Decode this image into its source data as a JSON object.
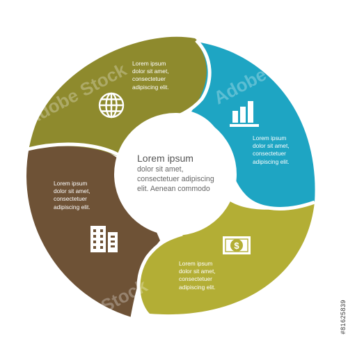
{
  "colors": {
    "olive_top": "#8e8a2d",
    "blue": "#1ea5c3",
    "olive_bottom": "#b3ae35",
    "brown": "#6e5236",
    "white": "#ffffff",
    "text_gray": "#555555"
  },
  "segments": [
    {
      "id": "top",
      "icon": "globe-icon",
      "lines": [
        "Lorem ipsum",
        "dolor sit amet,",
        "consectetuer",
        "adipiscing elit."
      ]
    },
    {
      "id": "right",
      "icon": "bar-chart-icon",
      "lines": [
        "Lorem ipsum",
        "dolor sit amet,",
        "consectetuer",
        "adipiscing elit."
      ]
    },
    {
      "id": "bottom",
      "icon": "money-icon",
      "lines": [
        "Lorem ipsum",
        "dolor sit amet,",
        "consectetuer",
        "adipiscing elit."
      ]
    },
    {
      "id": "left",
      "icon": "buildings-icon",
      "lines": [
        "Lorem ipsum",
        "dolor sit amet,",
        "consectetuer",
        "adipiscing elit."
      ]
    }
  ],
  "center": {
    "title": "Lorem ipsum",
    "lines": [
      "dolor sit amet,",
      "consectetuer adipiscing",
      "elit. Aenean commodo"
    ]
  },
  "watermark": "Adobe Stock",
  "credit": "#81625839"
}
